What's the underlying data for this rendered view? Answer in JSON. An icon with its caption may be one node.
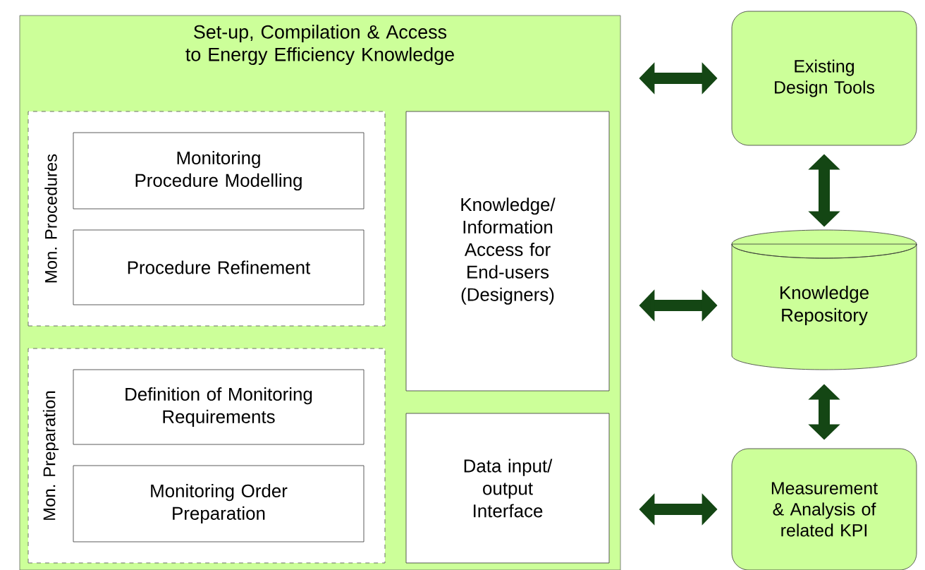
{
  "diagram": {
    "nodes": [
      {
        "text": [
          "Set-up, Compilation & Access to Energy Efficiency Knowledge"
        ]
      },
      {
        "text": [
          "Mon. Procedures"
        ],
        "in": 0
      },
      {
        "text": [
          "Monitoring Procedure Modelling"
        ],
        "in": 1
      },
      {
        "text": [
          "Procedure Refinement"
        ],
        "in": 1
      },
      {
        "text": [
          "Mon. Preparation"
        ],
        "in": 0
      },
      {
        "text": [
          "Definition of Monitoring Requirements"
        ],
        "in": 4
      },
      {
        "text": [
          "Monitoring Order Preparation"
        ],
        "in": 4
      },
      {
        "text": [
          "Knowledge/ Information Access for End-users (Designers)"
        ],
        "in": 0
      },
      {
        "text": [
          "Data input/ output Interface"
        ],
        "in": 0
      },
      {
        "text": [
          "Existing Design Tools"
        ]
      },
      {
        "text": [
          "Knowledge Repository"
        ]
      },
      {
        "text": [
          "Measurement & Analysis of related KPI"
        ]
      }
    ],
    "edges": [
      {
        "from": 0,
        "to": 9,
        "arrow": "both"
      },
      {
        "from": 0,
        "to": 10,
        "arrow": "both"
      },
      {
        "from": 0,
        "to": 11,
        "arrow": "both"
      },
      {
        "from": 9,
        "to": 10,
        "arrow": "both"
      },
      {
        "from": 10,
        "to": 11,
        "arrow": "both"
      }
    ]
  }
}
